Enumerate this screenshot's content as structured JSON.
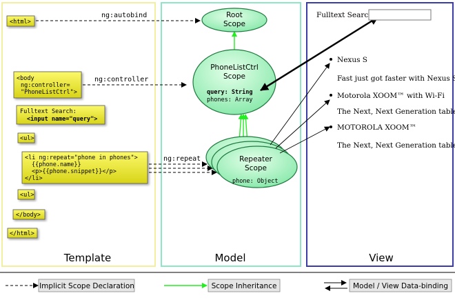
{
  "panels": {
    "template": "Template",
    "model": "Model",
    "view": "View"
  },
  "template": {
    "html_open": "<html>",
    "body_line1": "<body",
    "body_line2": "ng:controller=",
    "body_line3": "\"PhoneListCtrl\">",
    "search_line1": "Fulltext Search:",
    "search_line2": "<input name=\"query\">",
    "ul_open": "<ul>",
    "li_line1": "<li ng:repeat=\"phone in phones\">",
    "li_line2": "{{phone.name}}",
    "li_line3": "<p>{{phone.snippet}}</p>",
    "li_line4": "</li>",
    "ul_close": "<ul>",
    "body_close": "</body>",
    "html_close": "</html>"
  },
  "connectors": {
    "autobind": "ng:autobind",
    "controller": "ng:controller",
    "repeat": "ng:repeat"
  },
  "model": {
    "root_line1": "Root",
    "root_line2": "Scope",
    "ctrl_line1": "PhoneListCtrl",
    "ctrl_line2": "Scope",
    "ctrl_prop1": "query: String",
    "ctrl_prop2": "phones: Array",
    "rep_line1": "Repeater",
    "rep_line2": "Scope",
    "rep_prop": "phone: Object"
  },
  "view": {
    "search_label": "Fulltext Search:",
    "items": [
      {
        "name": "Nexus S",
        "snippet": "Fast just got faster with Nexus S."
      },
      {
        "name": "Motorola XOOM™ with Wi-Fi",
        "snippet": "The Next, Next Generation tablet."
      },
      {
        "name": "MOTOROLA XOOM™",
        "snippet": "The Next, Next Generation tablet."
      }
    ]
  },
  "legend": {
    "implicit": "Implicit Scope Declaration",
    "inheritance": "Scope Inheritance",
    "binding": "Model / View Data-binding"
  },
  "colors": {
    "template_border": "#f2f0a0",
    "model_border": "#8ee6c4",
    "view_border": "#3a3aa8",
    "scope_fill": "#9df0bd",
    "scope_stroke": "#1e7a3e",
    "code_fill": "#f4f02a",
    "inheritance": "#22ee22"
  }
}
